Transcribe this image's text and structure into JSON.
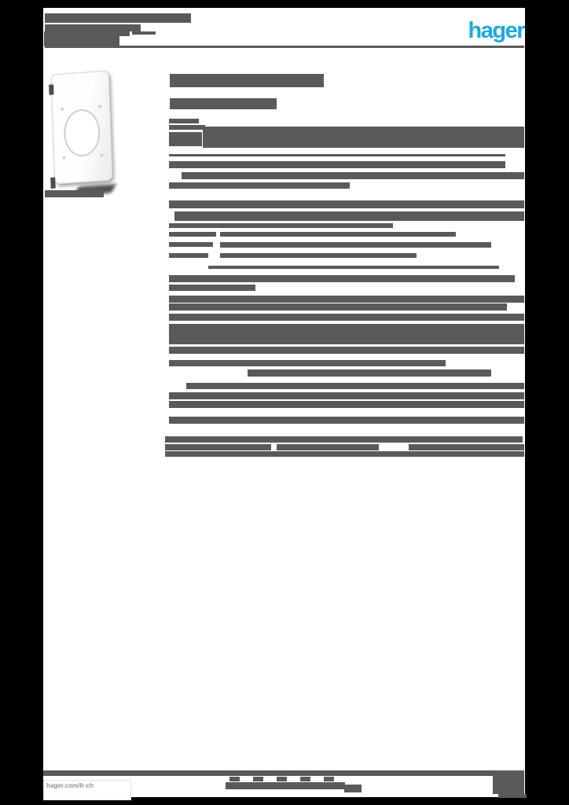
{
  "note": "Source is a low-resolution rasterized PDF datasheet; all paragraph text is illegible smudges. Blocks below describe the visible text smudges as [x, y, w, h] in page coordinates. Only the logo and footer URL are legible.",
  "colors": {
    "canvas_bg": "#000000",
    "paper_bg": "#ffffff",
    "ink": "#595a5c",
    "ink_dark": "#4b4c4e",
    "logo_blue": "#1ba9e1",
    "caption_gray": "#8f9092"
  },
  "logo": {
    "text": "hager"
  },
  "footer": {
    "website": "hager.com/fr-ch"
  },
  "blocks": {
    "header_lines": [
      [
        2,
        7,
        186,
        12
      ],
      [
        2,
        21,
        122,
        9
      ],
      [
        1,
        30,
        96,
        19
      ],
      [
        97,
        28,
        13,
        8
      ],
      [
        113,
        30,
        30,
        4
      ]
    ],
    "rules": [
      [
        2,
        48,
        610,
        3
      ],
      [
        0,
        970,
        612,
        7
      ]
    ],
    "product_title_lines": [
      [
        161,
        84,
        196,
        17
      ],
      [
        161,
        115,
        136,
        14
      ]
    ],
    "image_caption": [
      [
        2,
        232,
        48,
        9
      ],
      [
        50,
        231,
        27,
        10
      ]
    ],
    "spec_table_lines": [
      [
        160,
        141,
        38,
        6
      ],
      [
        160,
        149,
        46,
        6
      ],
      [
        160,
        158,
        42,
        18
      ],
      [
        203,
        151,
        409,
        27
      ],
      [
        160,
        186,
        428,
        3
      ],
      [
        160,
        195,
        428,
        9
      ],
      [
        176,
        209,
        436,
        9
      ],
      [
        160,
        222,
        230,
        8
      ],
      [
        160,
        245,
        452,
        10
      ],
      [
        167,
        259,
        445,
        12
      ],
      [
        160,
        274,
        285,
        6
      ],
      [
        160,
        285,
        60,
        6
      ],
      [
        225,
        285,
        300,
        6
      ],
      [
        160,
        298,
        56,
        6
      ],
      [
        225,
        298,
        345,
        7
      ],
      [
        160,
        312,
        50,
        6
      ],
      [
        225,
        312,
        250,
        6
      ],
      [
        210,
        328,
        370,
        4
      ],
      [
        160,
        340,
        440,
        9
      ],
      [
        160,
        352,
        110,
        8
      ],
      [
        160,
        366,
        452,
        9
      ],
      [
        160,
        376,
        430,
        9
      ],
      [
        160,
        389,
        452,
        9
      ],
      [
        160,
        402,
        452,
        26
      ],
      [
        160,
        431,
        452,
        9
      ],
      [
        160,
        448,
        352,
        8
      ],
      [
        260,
        460,
        310,
        9
      ],
      [
        182,
        477,
        430,
        8
      ],
      [
        160,
        489,
        452,
        9
      ],
      [
        160,
        500,
        452,
        9
      ],
      [
        160,
        520,
        452,
        9
      ],
      [
        155,
        545,
        455,
        8
      ],
      [
        155,
        555,
        135,
        8
      ],
      [
        297,
        555,
        130,
        8
      ],
      [
        465,
        555,
        147,
        8
      ],
      [
        155,
        564,
        457,
        7
      ]
    ],
    "footer_center_marks": [
      [
        237,
        978,
        13,
        6
      ],
      [
        267,
        978,
        13,
        6
      ],
      [
        297,
        978,
        13,
        6
      ],
      [
        327,
        978,
        13,
        6
      ],
      [
        357,
        978,
        13,
        6
      ],
      [
        232,
        985,
        152,
        9
      ],
      [
        383,
        988,
        22,
        10
      ]
    ],
    "footer_right_block": [
      [
        572,
        977,
        40,
        23
      ],
      [
        579,
        1000,
        36,
        5
      ]
    ]
  }
}
